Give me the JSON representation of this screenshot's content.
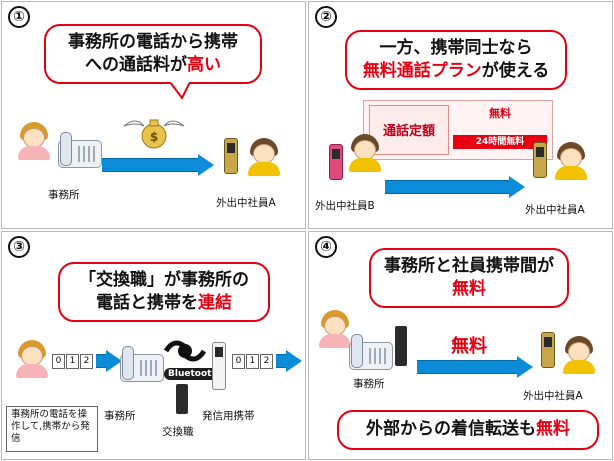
{
  "panels": [
    {
      "number": "①",
      "bubble": {
        "line1": "事務所の電話から携帯",
        "line2_prefix": "への通話料が",
        "line2_highlight": "高い"
      },
      "labels": {
        "office": "事務所",
        "employee": "外出中社員A"
      }
    },
    {
      "number": "②",
      "bubble": {
        "line1": "一方、携帯同士なら",
        "line2_highlight": "無料通話プラン",
        "line2_suffix": "が使える"
      },
      "labels": {
        "employee_b": "外出中社員B",
        "employee_a": "外出中社員A"
      },
      "ad": {
        "left_text": "通話定額",
        "right_head": "無料",
        "right_band": "24時間無料"
      }
    },
    {
      "number": "③",
      "bubble": {
        "line1": "「交換職」が事務所の",
        "line2_prefix": "電話と携帯を",
        "line2_highlight": "連結"
      },
      "labels": {
        "office": "事務所",
        "exchange": "交換職",
        "dial_phone": "発信用携帯"
      },
      "digits_left": [
        "0",
        "1",
        "2"
      ],
      "digits_right": [
        "0",
        "1",
        "2"
      ],
      "bluetooth": "Bluetooth",
      "note": "事務所の電話を操作して,携帯から発信"
    },
    {
      "number": "④",
      "bubble_top": {
        "line1": "事務所と社員携帯間が",
        "line2_highlight": "無料"
      },
      "center_label": "無料",
      "labels": {
        "office": "事務所",
        "employee": "外出中社員A"
      },
      "bubble_bottom": {
        "prefix": "外部からの着信転送も",
        "highlight": "無料"
      }
    }
  ],
  "colors": {
    "accent_red": "#e60012",
    "arrow_blue": "#0a8cd8"
  }
}
